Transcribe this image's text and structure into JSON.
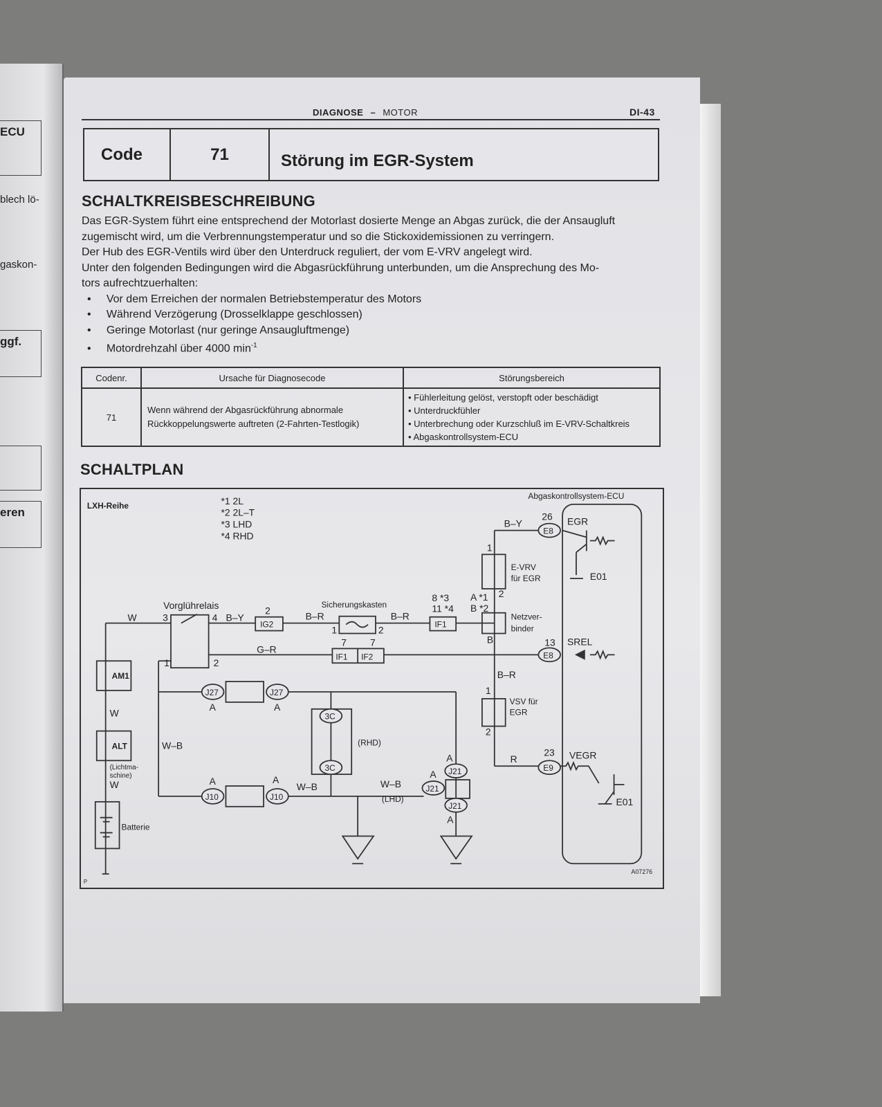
{
  "left_page": {
    "fragments": [
      "ECU",
      "blech lö-",
      "gaskon-",
      "ggf.",
      "eren"
    ]
  },
  "header": {
    "section": "DIAGNOSE",
    "separator": "–",
    "subsection": "MOTOR",
    "page_number": "DI-43"
  },
  "code_box": {
    "label": "Code",
    "number": "71",
    "title": "Störung im EGR-System"
  },
  "description": {
    "heading": "SCHALTKREISBESCHREIBUNG",
    "lines": [
      "Das EGR-System führt eine entsprechend der Motorlast dosierte Menge an Abgas zurück, die der Ansaugluft",
      "zugemischt wird, um die Verbrennungstemperatur und so die Stickoxidemissionen zu verringern.",
      "Der Hub des EGR-Ventils wird über den Unterdruck reguliert, der vom E-VRV angelegt wird.",
      "Unter den folgenden Bedingungen wird die Abgasrückführung unterbunden, um die Ansprechung des Mo-",
      "tors aufrechtzuerhalten:"
    ],
    "bullets": [
      "Vor dem Erreichen der normalen Betriebstemperatur des Motors",
      "Während Verzögerung (Drosselklappe geschlossen)",
      "Geringe Motorlast (nur geringe Ansaugluftmenge)",
      "Motordrehzahl über 4000 min"
    ],
    "bullet_superscript": "-1"
  },
  "table": {
    "headers": [
      "Codenr.",
      "Ursache für Diagnosecode",
      "Störungsbereich"
    ],
    "row": {
      "code": "71",
      "cause": "Wenn während der Abgasrückführung abnormale Rückkoppelungswerte auftreten (2-Fahrten-Testlogik)",
      "areas": [
        "Fühlerleitung gelöst, verstopft oder beschädigt",
        "Unterdruckfühler",
        "Unterbrechung oder Kurzschluß im E-VRV-Schaltkreis",
        "Abgaskontrollsystem-ECU"
      ]
    }
  },
  "schaltplan": {
    "heading": "SCHALTPLAN",
    "series": "LXH-Reihe",
    "notes": [
      "*1 2L",
      "*2 2L–T",
      "*3 LHD",
      "*4 RHD"
    ],
    "ecu": "Abgaskontrollsystem-ECU",
    "labels": {
      "by1": "B–Y",
      "pin26": "26",
      "e8": "E8",
      "egr": "EGR",
      "e01": "E01",
      "evrv1": "E-VRV",
      "evrv2": "für EGR",
      "p1": "1",
      "p2": "2",
      "a1": "A *1",
      "b2": "B *2",
      "n83": "8 *3",
      "n114": "11 *4",
      "if1": "IF1",
      "netz1": "Netzver-",
      "netz2": "binder",
      "b": "B",
      "vorg": "Vorglührelais",
      "w": "W",
      "r3": "3",
      "r4": "4",
      "by2": "B–Y",
      "ig2n": "2",
      "ig2": "IG2",
      "br1": "B–R",
      "sich": "Sicherungskasten",
      "br2": "B–R",
      "gr": "G–R",
      "r1": "1",
      "r2": "2",
      "f1": "1",
      "f2": "2",
      "seven": "7",
      "if2": "IF2",
      "pin13": "13",
      "srel": "SREL",
      "br3": "B–R",
      "vsv1": "VSV für",
      "vsv2": "EGR",
      "r": "R",
      "pin23": "23",
      "e9": "E9",
      "vegr": "VEGR",
      "am1": "AM1",
      "alt": "ALT",
      "licht1": "(Lichtma-",
      "licht2": "schine)",
      "batt": "Batterie",
      "wb": "W–B",
      "j27": "J27",
      "j10": "J10",
      "a": "A",
      "c3": "3C",
      "rhd": "(RHD)",
      "lhd": "(LHD)",
      "j21": "J21",
      "fig": "A07276",
      "p": "P"
    }
  }
}
